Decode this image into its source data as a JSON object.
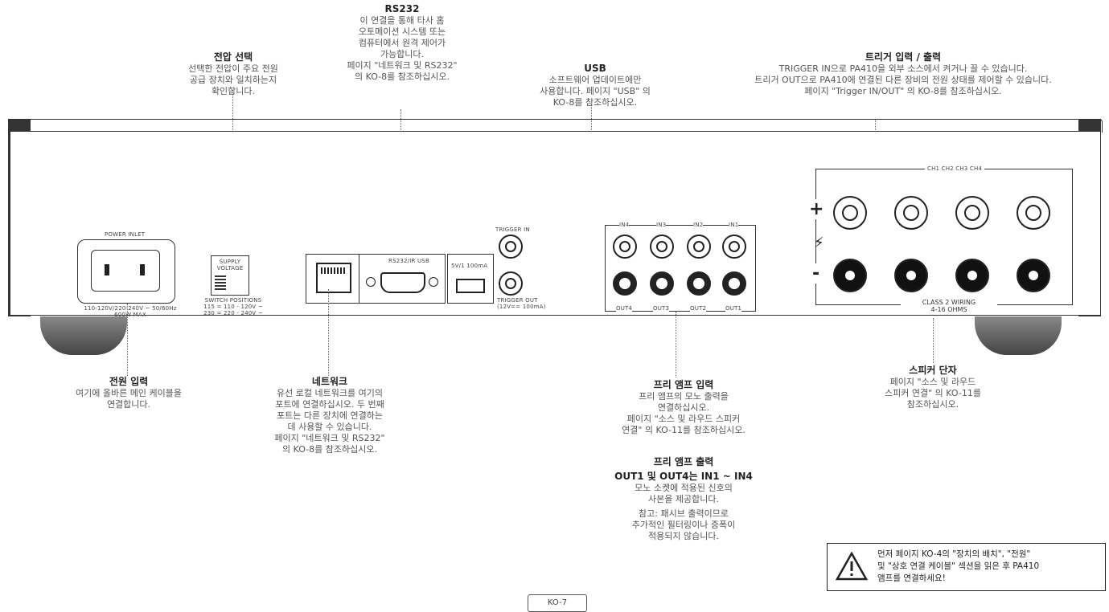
{
  "callouts": {
    "rs232": {
      "title": "RS232",
      "body": "이 연결을 통해 타사 홈\n오토메이션 시스템 또는\n컴퓨터에서 원격 제어가\n가능합니다.\n페이지 \"네트워크 및 RS232\"\n의 KO-8를 참조하십시오."
    },
    "voltage": {
      "title": "전압 선택",
      "body": "선택한 전압이 주요 전원\n공급 장치와 일치하는지\n확인합니다."
    },
    "usb": {
      "title": "USB",
      "body": "소프트웨어 업데이트에만\n사용합니다. 페이지 \"USB\" 의\nKO-8를 참조하십시오."
    },
    "trigger": {
      "title": "트리거 입력 / 출력",
      "body": "TRIGGER IN으로 PA410을 외부 소스에서 켜거나 끌 수 있습니다.\n트리거 OUT으로 PA410에 연결된 다른 장비의 전원 상태를 제어할 수 있습니다.\n페이지 \"Trigger IN/OUT\" 의 KO-8를 참조하십시오."
    },
    "power": {
      "title": "전원 입력",
      "body": "여기에 올바른 메인 케이블을\n연결합니다."
    },
    "network": {
      "title": "네트워크",
      "body": "유선 로컬 네트워크를 여기의\n포트에 연결하십시오. 두 번째\n포트는 다른 장치에 연결하는\n데 사용할 수 있습니다.\n페이지 \"네트워크 및 RS232\"\n의 KO-8를 참조하십시오."
    },
    "preamp_in": {
      "title": "프리 앰프 입력",
      "body": "프리 앰프의 모노 출력을\n연결하십시오.\n페이지 \"소스 및 라우드 스피커\n연결\" 의 KO-11를 참조하십시오."
    },
    "preamp_out": {
      "title": "프리 앰프 출력",
      "subtitle": "OUT1 및 OUT4는 IN1 ~ IN4",
      "body": "모노 소켓에 적용된 신호의\n사본을 제공합니다.",
      "note": "참고: 패시브 출력이므로\n추가적인 필터링이나 증폭이\n적용되지 않습니다."
    },
    "speaker": {
      "title": "스피커 단자",
      "body": "페이지 \"소스 및 라우드\n스피커 연결\" 의 KO-11를\n참조하십시오."
    }
  },
  "panel": {
    "power_label": "POWER INLET",
    "power_spec": "110-120V/220-240V ~ 50/60Hz\n600W MAX",
    "supply_label": "SUPPLY\nVOLTAGE",
    "switch_label": "SWITCH POSITIONS\n115 = 110 - 120V ~\n230 = 220 - 240V ~",
    "rs232_usb_label": "RS232/IR   USB",
    "usb_power": "5V/1 100mA",
    "trigger_in": "TRIGGER IN",
    "trigger_out": "TRIGGER OUT\n(12V== 100mA)",
    "inputs": [
      "IN4",
      "IN3",
      "IN2",
      "IN1"
    ],
    "outputs": [
      "OUT4",
      "OUT3",
      "OUT2",
      "OUT1"
    ],
    "channels": "CH1  CH2  CH3  CH4",
    "plus": "+",
    "minus": "-",
    "class2": "CLASS 2 WIRING\n4-16 OHMS"
  },
  "warning": {
    "text": "먼저 페이지 KO-4의 \"장치의 배치\", \"전원\"\n및 \"상호 연결 케이블\" 섹션을 읽은 후 PA410\n앰프를 연결하세요!"
  },
  "page_number": "KO-7"
}
